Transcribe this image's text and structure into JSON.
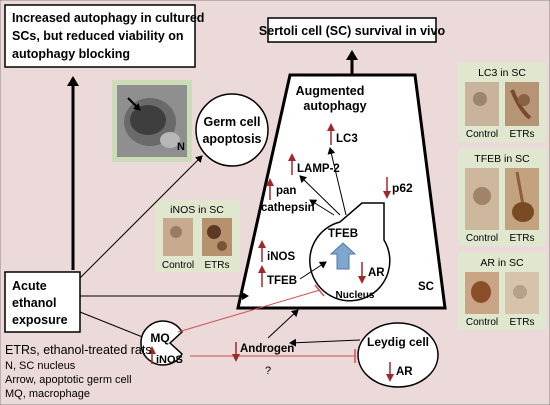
{
  "colors": {
    "background": "#ecd9d9",
    "panel": "#dfe7cf",
    "box_fill": "#ffffff",
    "line": "#000000",
    "arrow_red": "#a0282d",
    "inhibit_red": "#d05050",
    "tfeb_arrow": "#7fa6cc"
  },
  "boxes": {
    "top_left": "Increased autophagy in cultured SCs, but reduced viability on autophagy blocking",
    "top_left_lines": [
      "Increased autophagy in cultured",
      "SCs, but reduced viability on",
      "autophagy blocking"
    ],
    "top_center": "Sertoli cell (SC) survival in vivo",
    "acute": [
      "Acute",
      "ethanol",
      "exposure"
    ]
  },
  "labels": {
    "micrograph_n": "N",
    "germ_cell_apoptosis": [
      "Germ cell",
      "apoptosis"
    ],
    "augmented_autophagy": [
      "Augmented",
      "autophagy"
    ],
    "lc3": "LC3",
    "lamp2": "LAMP-2",
    "pan_cathepsin": [
      "pan",
      "cathepsin"
    ],
    "p62": "p62",
    "inos": "iNOS",
    "tfeb": "TFEB",
    "tfeb_nuclear": "TFEB",
    "ar": "AR",
    "nucleus": "Nucleus",
    "sc": "SC",
    "mq": "MQ",
    "androgen": "Androgen",
    "question": "?",
    "leydig": "Leydig cell",
    "leydig_ar": "AR"
  },
  "panels": {
    "inos": {
      "title": "iNOS in SC",
      "left": "Control",
      "right": "ETRs"
    },
    "lc3": {
      "title": "LC3 in SC",
      "left": "Control",
      "right": "ETRs"
    },
    "tfeb": {
      "title": "TFEB in SC",
      "left": "Control",
      "right": "ETRs"
    },
    "ar": {
      "title": "AR in SC",
      "left": "Control",
      "right": "ETRs"
    }
  },
  "legend": [
    "ETRs, ethanol-treated rats",
    "N, SC nucleus",
    "Arrow, apoptotic germ cell",
    "MQ, macrophage"
  ]
}
